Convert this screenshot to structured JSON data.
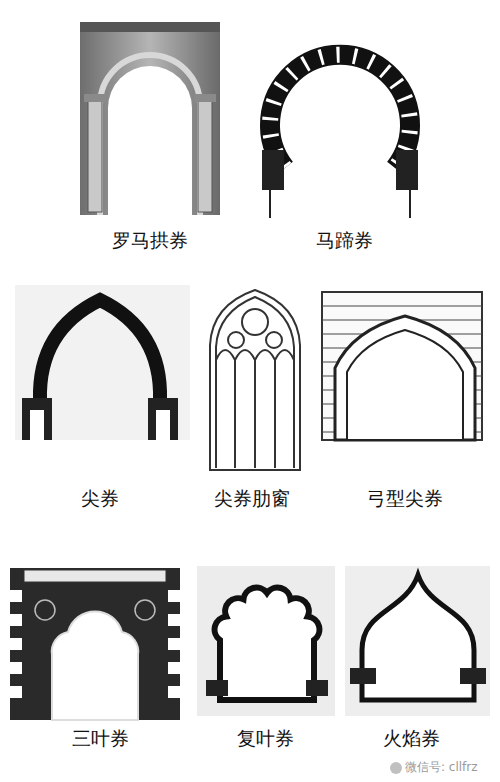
{
  "diagram": {
    "labels": [
      "罗马拱券",
      "马蹄券",
      "尖券",
      "尖券肋窗",
      "弓型尖券",
      "三叶券",
      "复叶券",
      "火焰券",
      "微信号: cllfrz"
    ]
  }
}
